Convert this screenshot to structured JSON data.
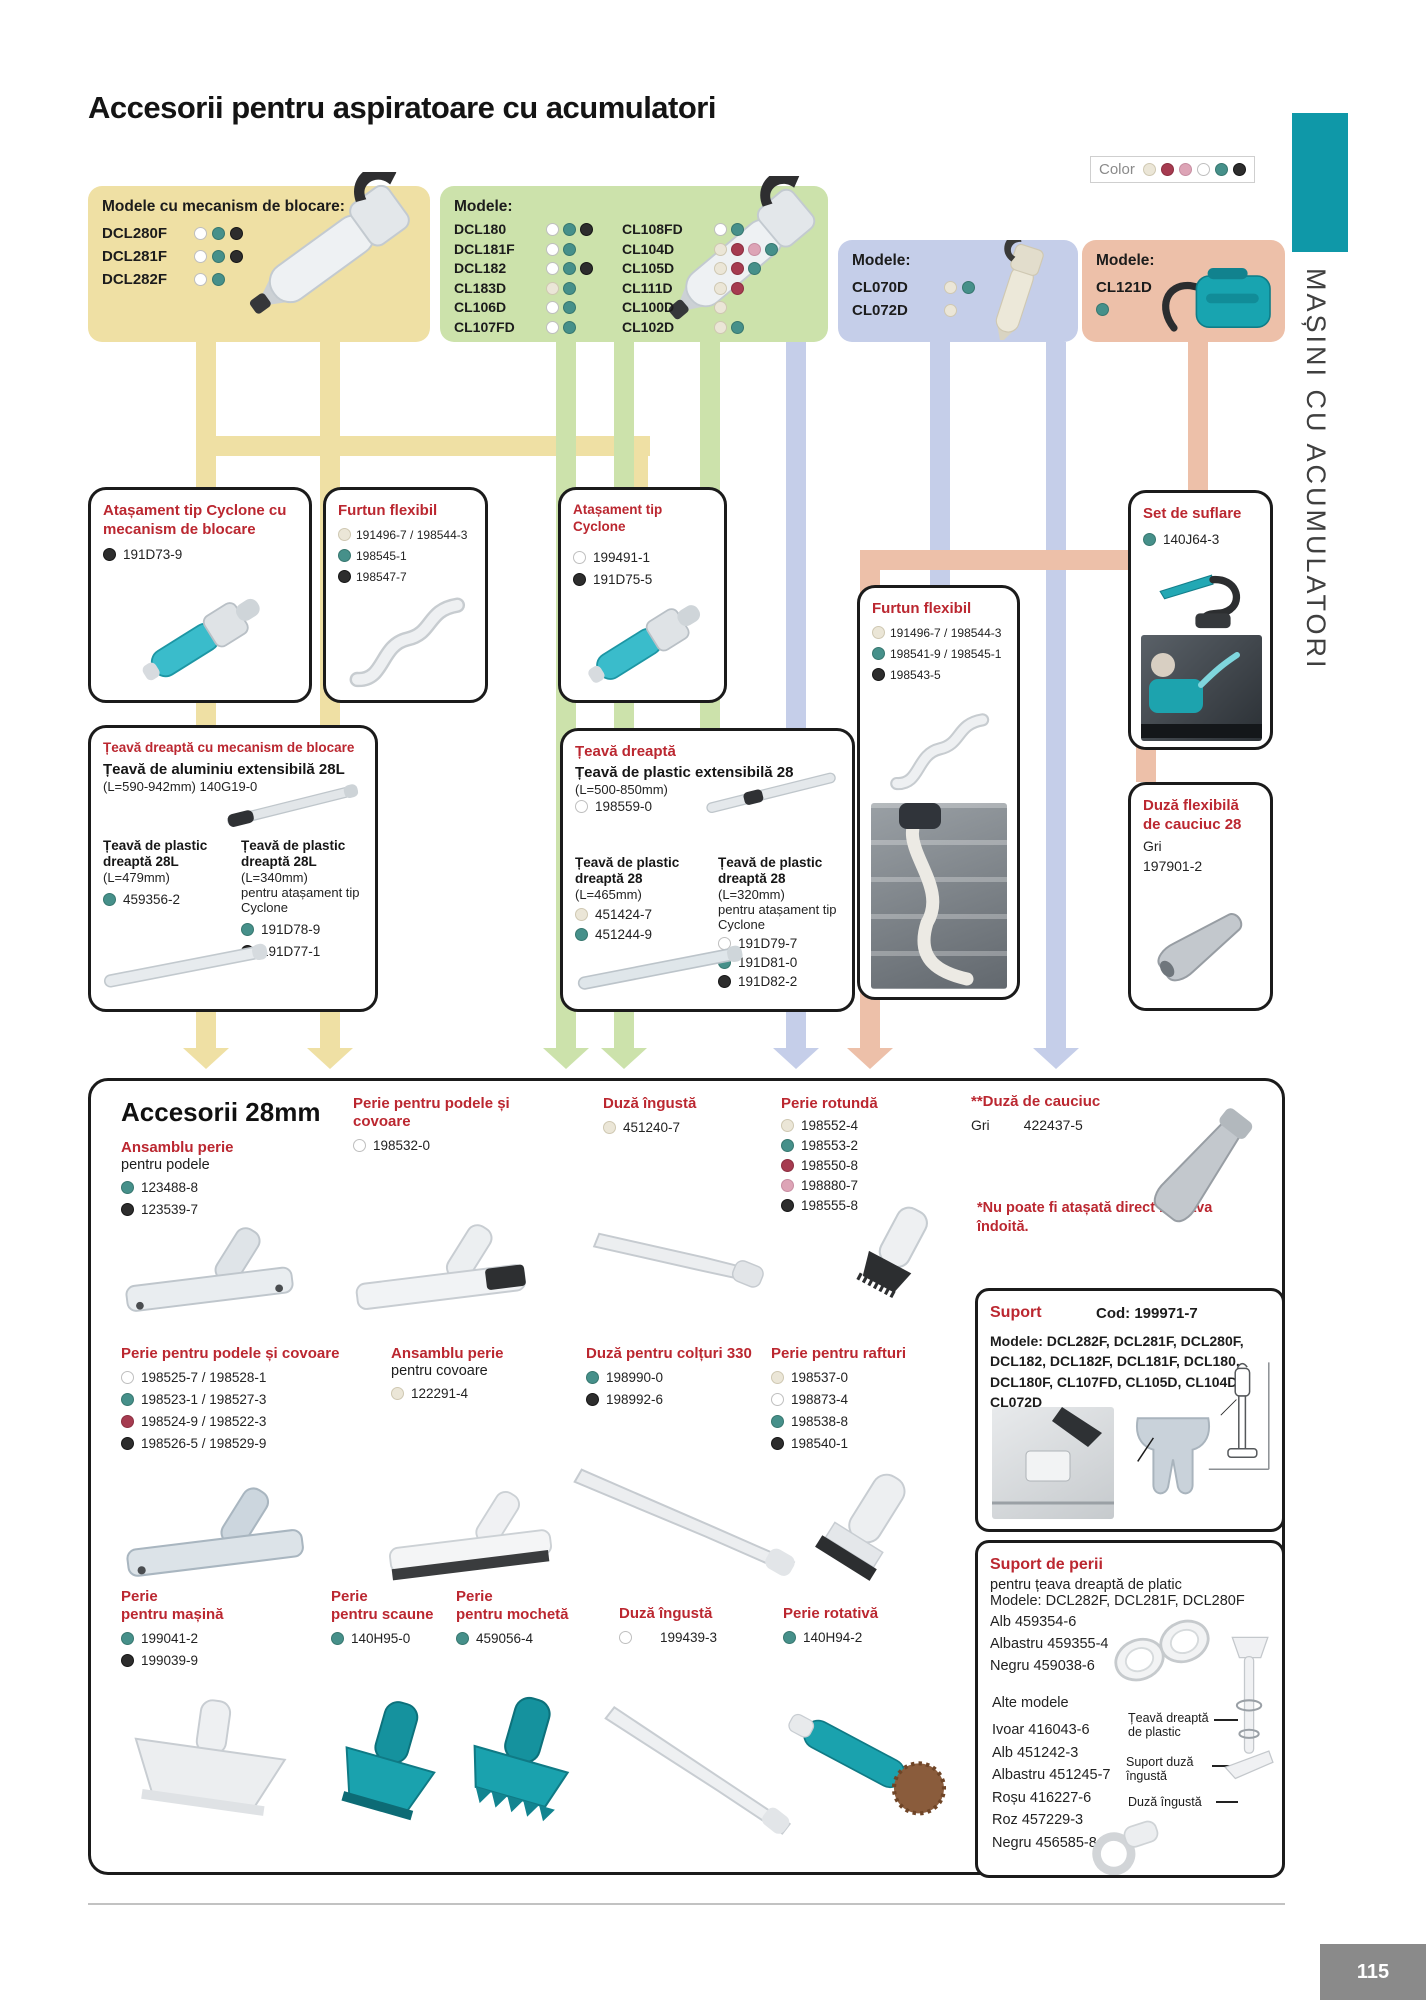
{
  "page": {
    "title": "Accesorii pentru aspiratoare cu acumulatori",
    "sidebar_text": "MAȘINI CU ACUMULATORI",
    "page_number": "115"
  },
  "legend": {
    "label": "Color",
    "dots": [
      "ivory",
      "red",
      "pink",
      "white",
      "teal",
      "black"
    ]
  },
  "palette": {
    "white": {
      "bg": "#ffffff",
      "border": "#bfbfbf"
    },
    "ivory": {
      "bg": "#ebe6d7",
      "border": "#cfc8b2"
    },
    "teal": {
      "bg": "#46908a",
      "border": "#37776f"
    },
    "black": {
      "bg": "#2d2d2d",
      "border": "#161616"
    },
    "red": {
      "bg": "#a63b50",
      "border": "#8c2f40"
    },
    "pink": {
      "bg": "#dda4b6",
      "border": "#c78da1"
    }
  },
  "top_boxes": {
    "lock": {
      "title": "Modele cu mecanism de blocare:",
      "models": [
        {
          "name": "DCL280F",
          "dots": [
            "white",
            "teal",
            "black"
          ]
        },
        {
          "name": "DCL281F",
          "dots": [
            "white",
            "teal",
            "black"
          ]
        },
        {
          "name": "DCL282F",
          "dots": [
            "white",
            "teal"
          ]
        }
      ]
    },
    "main": {
      "title": "Modele:",
      "col1": [
        {
          "name": "DCL180",
          "dots": [
            "white",
            "teal",
            "black"
          ]
        },
        {
          "name": "DCL181F",
          "dots": [
            "white",
            "teal"
          ]
        },
        {
          "name": "DCL182",
          "dots": [
            "white",
            "teal",
            "black"
          ]
        },
        {
          "name": "CL183D",
          "dots": [
            "ivory",
            "teal"
          ]
        },
        {
          "name": "CL106D",
          "dots": [
            "white",
            "teal"
          ]
        },
        {
          "name": "CL107FD",
          "dots": [
            "white",
            "teal"
          ]
        }
      ],
      "col2": [
        {
          "name": "CL108FD",
          "dots": [
            "white",
            "teal"
          ]
        },
        {
          "name": "CL104D",
          "dots": [
            "ivory",
            "red",
            "pink",
            "teal"
          ]
        },
        {
          "name": "CL105D",
          "dots": [
            "ivory",
            "red",
            "teal"
          ]
        },
        {
          "name": "CL111D",
          "dots": [
            "ivory",
            "red"
          ]
        },
        {
          "name": "CL100D",
          "dots": [
            "ivory"
          ]
        },
        {
          "name": "CL102D",
          "dots": [
            "ivory",
            "teal"
          ]
        }
      ]
    },
    "cl07x": {
      "title": "Modele:",
      "models": [
        {
          "name": "CL070D",
          "dots": [
            "ivory",
            "teal"
          ]
        },
        {
          "name": "CL072D",
          "dots": [
            "ivory"
          ]
        }
      ]
    },
    "cl121": {
      "title": "Modele:",
      "models": [
        {
          "name": "CL121D",
          "dots": [
            "teal"
          ]
        }
      ]
    }
  },
  "acc_boxes": {
    "cyclone_lock": {
      "title": "Atașament tip Cyclone cu mecanism de blocare",
      "codes": [
        {
          "dot": "black",
          "code": "191D73-9"
        }
      ]
    },
    "hose_left": {
      "title": "Furtun flexibil",
      "codes": [
        {
          "dot": "ivory",
          "code": "191496-7 / 198544-3"
        },
        {
          "dot": "teal",
          "code": "198545-1"
        },
        {
          "dot": "black",
          "code": "198547-7"
        }
      ]
    },
    "cyclone": {
      "title": "Atașament tip Cyclone",
      "codes": [
        {
          "dot": "white",
          "code": "199491-1"
        },
        {
          "dot": "black",
          "code": "191D75-5"
        }
      ]
    },
    "hose_right": {
      "title": "Furtun flexibil",
      "codes": [
        {
          "dot": "ivory",
          "code": "191496-7 / 198544-3"
        },
        {
          "dot": "teal",
          "code": "198541-9 / 198545-1"
        },
        {
          "dot": "black",
          "code": "198543-5"
        }
      ]
    },
    "blower": {
      "title": "Set de suflare",
      "codes": [
        {
          "dot": "teal",
          "code": "140J64-3"
        }
      ]
    },
    "pipe_lock": {
      "title": "Țeavă dreaptă cu mecanism de blocare",
      "alu_title": "Țeavă de aluminiu extensibilă 28L",
      "alu_spec": "(L=590-942mm) 140G19-0",
      "left_title": "Țeavă de plastic dreaptă 28L",
      "left_spec": "(L=479mm)",
      "left_codes": [
        {
          "dot": "teal",
          "code": "459356-2"
        }
      ],
      "right_title": "Țeavă de plastic dreaptă 28L",
      "right_spec": "(L=340mm)",
      "right_note": "pentru atașament tip Cyclone",
      "right_codes": [
        {
          "dot": "teal",
          "code": "191D78-9"
        },
        {
          "dot": "black",
          "code": "191D77-1"
        }
      ]
    },
    "pipe": {
      "title": "Țeavă dreaptă",
      "ext_title": "Țeavă de plastic extensibilă 28",
      "ext_spec": "(L=500-850mm)",
      "ext_codes": [
        {
          "dot": "white",
          "code": "198559-0"
        }
      ],
      "left_title": "Țeavă de plastic dreaptă 28",
      "left_spec": "(L=465mm)",
      "left_codes": [
        {
          "dot": "ivory",
          "code": "451424-7"
        },
        {
          "dot": "teal",
          "code": "451244-9"
        }
      ],
      "right_title": "Țeavă de plastic dreaptă 28",
      "right_spec": "(L=320mm)",
      "right_note": "pentru atașament tip Cyclone",
      "right_codes": [
        {
          "dot": "white",
          "code": "191D79-7"
        },
        {
          "dot": "teal",
          "code": "191D81-0"
        },
        {
          "dot": "black",
          "code": "191D82-2"
        }
      ]
    },
    "rubber_flex": {
      "title": "Duză flexibilă de cauciuc 28",
      "color_label": "Gri",
      "code": "197901-2"
    }
  },
  "accessories": {
    "heading": "Accesorii 28mm",
    "floor_brush": {
      "title": "Ansamblu perie",
      "subtitle": "pentru podele",
      "codes": [
        {
          "dot": "teal",
          "code": "123488-8"
        },
        {
          "dot": "black",
          "code": "123539-7"
        }
      ]
    },
    "floor_carpet_brush": {
      "title": "Perie pentru podele și covoare",
      "codes": [
        {
          "dot": "white",
          "code": "198532-0"
        }
      ]
    },
    "crevice_nozzle": {
      "title": "Duză îngustă",
      "codes": [
        {
          "dot": "ivory",
          "code": "451240-7"
        }
      ]
    },
    "round_brush": {
      "title": "Perie rotundă",
      "codes": [
        {
          "dot": "ivory",
          "code": "198552-4"
        },
        {
          "dot": "teal",
          "code": "198553-2"
        },
        {
          "dot": "red",
          "code": "198550-8"
        },
        {
          "dot": "pink",
          "code": "198880-7"
        },
        {
          "dot": "black",
          "code": "198555-8"
        }
      ]
    },
    "rubber_nozzle": {
      "title": "**Duză de cauciuc",
      "color_label": "Gri",
      "code": "422437-5",
      "note": "*Nu poate fi atașată direct la țeava îndoită."
    },
    "floor_carpet_brush2": {
      "title": "Perie pentru podele și covoare",
      "codes": [
        {
          "dot": "white",
          "code": "198525-7 / 198528-1"
        },
        {
          "dot": "teal",
          "code": "198523-1 / 198527-3"
        },
        {
          "dot": "red",
          "code": "198524-9 / 198522-3"
        },
        {
          "dot": "black",
          "code": "198526-5 / 198529-9"
        }
      ]
    },
    "carpet_brush": {
      "title": "Ansamblu perie",
      "subtitle": "pentru covoare",
      "codes": [
        {
          "dot": "ivory",
          "code": "122291-4"
        }
      ]
    },
    "corner_nozzle": {
      "title": "Duză pentru colțuri 330",
      "codes": [
        {
          "dot": "teal",
          "code": "198990-0"
        },
        {
          "dot": "black",
          "code": "198992-6"
        }
      ]
    },
    "shelf_brush": {
      "title": "Perie pentru rafturi",
      "codes": [
        {
          "dot": "ivory",
          "code": "198537-0"
        },
        {
          "dot": "white",
          "code": "198873-4"
        },
        {
          "dot": "teal",
          "code": "198538-8"
        },
        {
          "dot": "black",
          "code": "198540-1"
        }
      ]
    },
    "car_brush": {
      "title": "Perie",
      "subtitle": "pentru mașină",
      "codes": [
        {
          "dot": "teal",
          "code": "199041-2"
        },
        {
          "dot": "black",
          "code": "199039-9"
        }
      ]
    },
    "seat_brush": {
      "title": "Perie",
      "subtitle": "pentru scaune",
      "codes": [
        {
          "dot": "teal",
          "code": "140H95-0"
        }
      ]
    },
    "carpet_brush2": {
      "title": "Perie",
      "subtitle": "pentru mochetă",
      "codes": [
        {
          "dot": "teal",
          "code": "459056-4"
        }
      ]
    },
    "narrow_nozzle": {
      "title": "Duză îngustă",
      "codes": [
        {
          "dot": "white",
          "code": "199439-3"
        }
      ]
    },
    "rotary_brush": {
      "title": "Perie rotativă",
      "codes": [
        {
          "dot": "teal",
          "code": "140H94-2"
        }
      ]
    }
  },
  "suport": {
    "title": "Suport",
    "cod": "Cod: 199971-7",
    "models": "Modele: DCL282F, DCL281F, DCL280F, DCL182, DCL182F, DCL181F, DCL180, DCL180F, CL107FD, CL105D, CL104D, CL072D"
  },
  "suport_perii": {
    "title": "Suport de perii",
    "subtitle": "pentru țeava dreaptă de platic",
    "models": "Modele: DCL282F, DCL281F, DCL280F",
    "variants": [
      "Alb 459354-6",
      "Albastru 459355-4",
      "Negru 459038-6"
    ],
    "alt_heading": "Alte modele",
    "alt_variants": [
      "Ivoar 416043-6",
      "Alb 451242-3",
      "Albastru 451245-7",
      "Roșu 416227-6",
      "Roz 457229-3",
      "Negru 456585-8"
    ],
    "callouts": [
      "Țeavă dreaptă de plastic",
      "Suport duză îngustă",
      "Duză îngustă"
    ]
  }
}
